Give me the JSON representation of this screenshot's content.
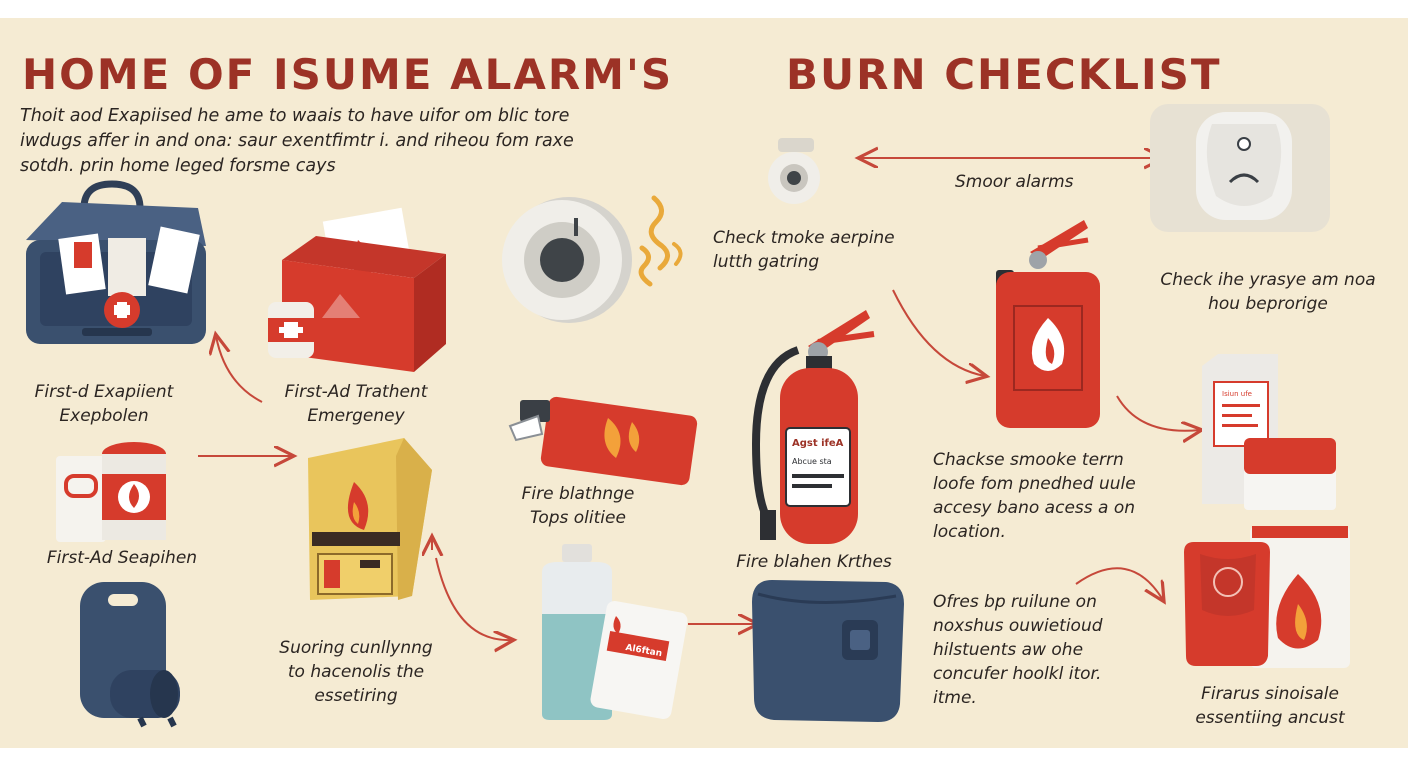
{
  "header": {
    "title_left": "HOME OF ISUME ALARM'S",
    "title_right": "BURN CHECKLIST",
    "intro": "Thoit aod Exapiised he ame to waais to have uifor om blic tore\niwdugs affer in and ona: saur exentfimtr i. and riheou fom raxe\nsotdh. prin home leged forsme cays"
  },
  "items": [
    {
      "id": "first-aid-kit-bag",
      "caption": "First-d Exapiient\nExepbolen"
    },
    {
      "id": "first-aid-treatment-box",
      "caption": "First-Ad Trathent\nEmergeney"
    },
    {
      "id": "first-aid-supplies",
      "caption": "First-Ad Seapihen"
    },
    {
      "id": "fire-blanket-pouch",
      "caption": "Suoring cunllynng\nto hacenolis the\nessetiring"
    },
    {
      "id": "fire-blanket-packet",
      "caption": "Fire blathnge\nTops olitiee"
    },
    {
      "id": "smoke-sensor",
      "caption": "Check tmoke aerpine\nlutth gatring"
    },
    {
      "id": "smoke-alarm-link",
      "caption": "Smoor alarms"
    },
    {
      "id": "fire-extinguisher",
      "caption": "Fire blahen Krthes"
    },
    {
      "id": "wall-extinguisher",
      "caption": "Chackse smooke terrn\nloofe fom pnedhed uule\naccesy bano acess a on\nlocation."
    },
    {
      "id": "alarm-check",
      "caption": "Check ihe yrasye am noa\nhou beprorige"
    },
    {
      "id": "wallet-note",
      "caption": "Ofres bp ruilune on\nnoxshus ouwietioud\nhilstuents aw ohe\nconcufer hoolkl itor.\nitme."
    },
    {
      "id": "fire-pouches",
      "caption": "Firarus sinoisale\nessentiing ancust"
    }
  ],
  "labels": {
    "extinguisher_tag": "Agst ifeA",
    "extinguisher_tag_sub": "Abcue sta",
    "packet_label": "Al6ftan",
    "packet_box_label": "Isiun ufe"
  },
  "colors": {
    "background": "#f5ebd3",
    "title": "#9c3226",
    "accent_red": "#d63b2c",
    "navy": "#3a506e",
    "arrow": "#c6483a",
    "text": "#2b2522"
  }
}
